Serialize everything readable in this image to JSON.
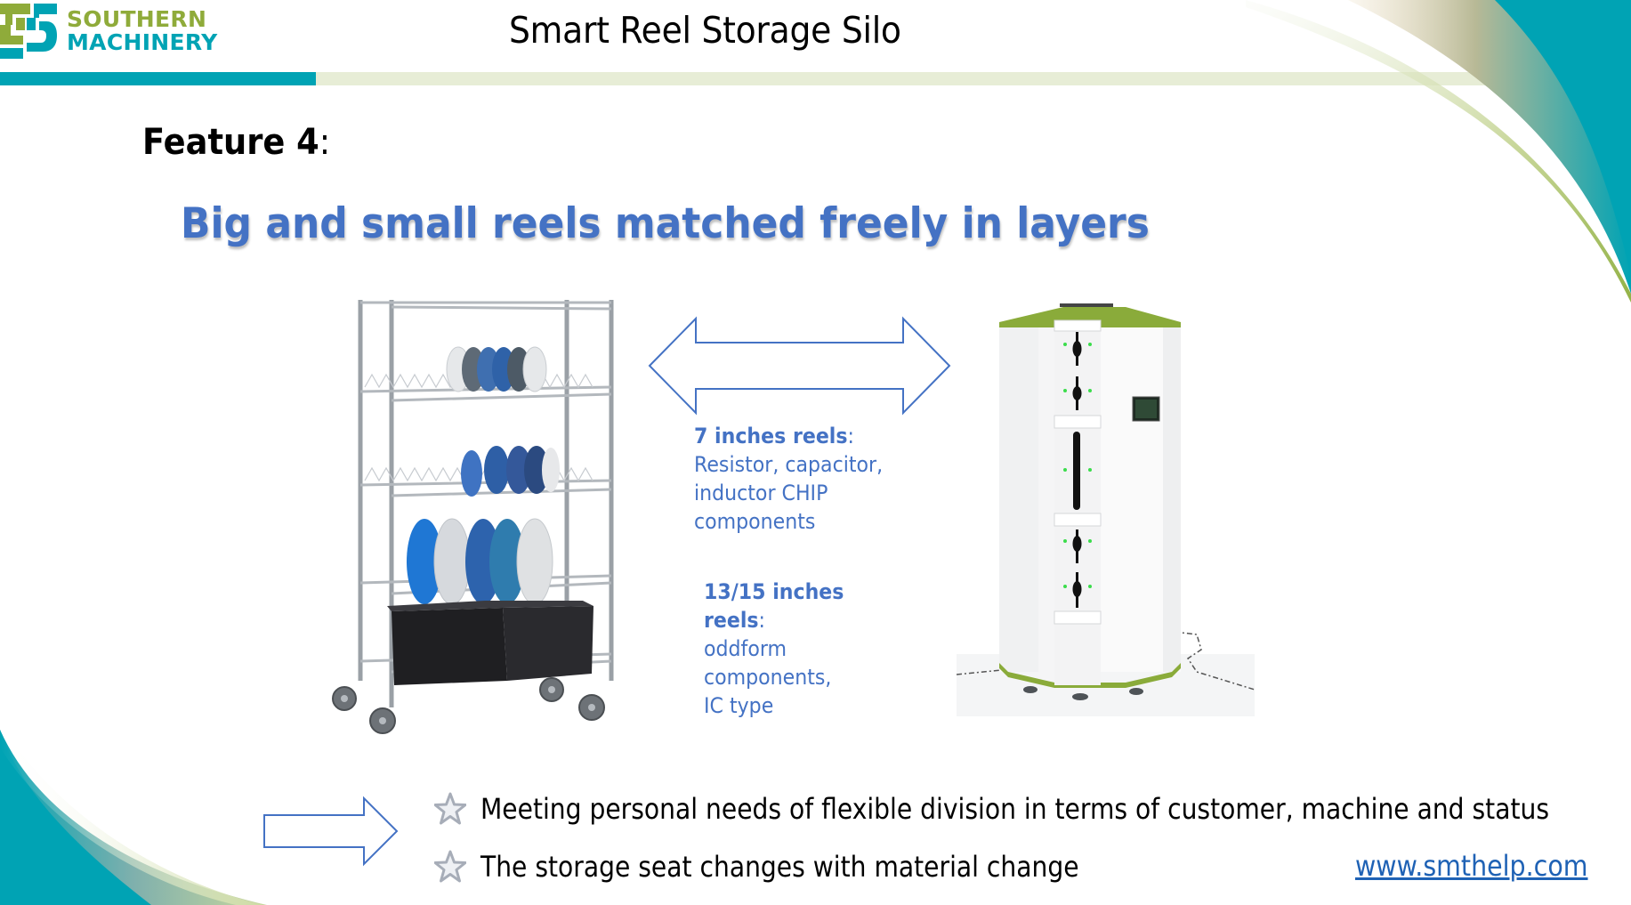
{
  "header": {
    "logo": {
      "line1": "SOUTHERN",
      "line2": "MACHINERY",
      "colors": {
        "green": "#8fab3a",
        "teal": "#00a3b4"
      }
    },
    "title": "Smart Reel Storage Silo",
    "bar_colors": {
      "teal": "#00a3b4",
      "light_green": "#e7edd6"
    }
  },
  "slide": {
    "feature_label": "Feature 4",
    "feature_colon": ":",
    "headline": "Big and small reels matched freely in layers",
    "headline_color": "#4472c4",
    "left_image": {
      "name": "wire-shelving-reel-cart",
      "description": "Wire shelving cart with reels on three shelves and black bins on bottom shelf"
    },
    "right_image": {
      "name": "smart-reel-storage-tower",
      "description": "White octagonal storage tower with green top/bottom trim, door with reel slots and touchscreen"
    },
    "double_arrow_icon": "left-right-arrow-icon",
    "specs": [
      {
        "title": "7 inches reels",
        "colon": ":",
        "lines": [
          "Resistor, capacitor,",
          "inductor CHIP",
          "components"
        ]
      },
      {
        "title_lines": [
          "13/15 inches",
          "reels"
        ],
        "colon": ":",
        "lines": [
          "oddform",
          "components,",
          "IC type"
        ]
      }
    ],
    "result_arrow_icon": "right-arrow-icon",
    "bullets": [
      {
        "icon": "star-icon",
        "text": "Meeting personal needs of flexible division in terms of customer, machine and status"
      },
      {
        "icon": "star-icon",
        "text": "The storage seat changes with material change"
      }
    ],
    "website": "www.smthelp.com"
  }
}
